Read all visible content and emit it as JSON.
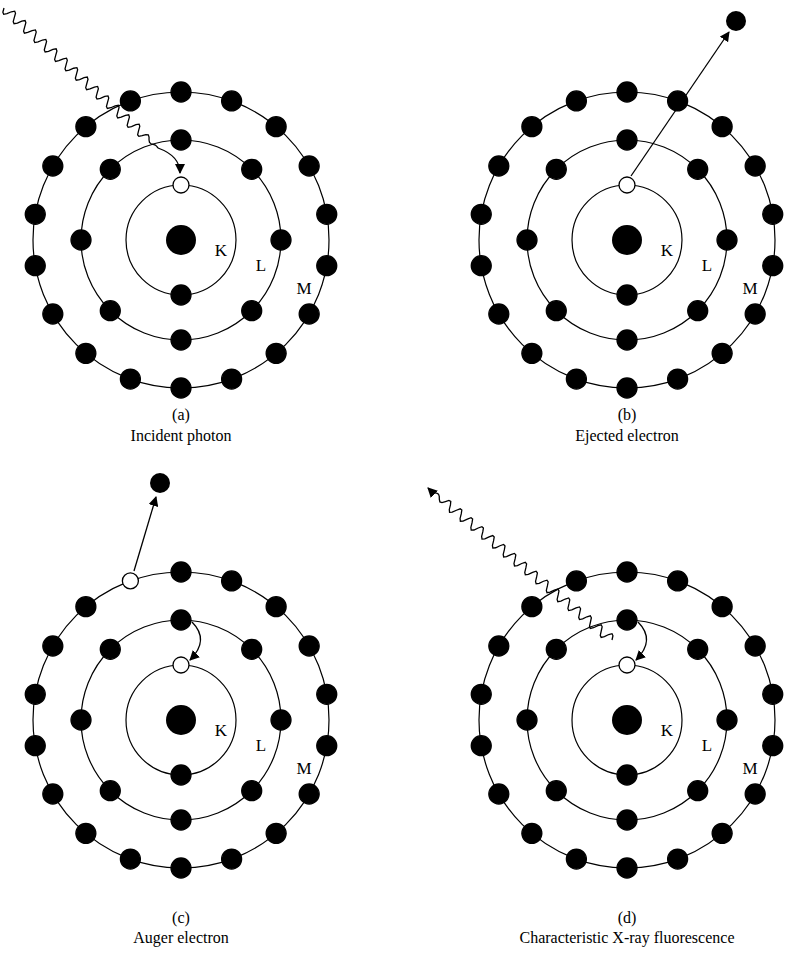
{
  "diagram": {
    "labels": [
      "K",
      "L",
      "M",
      "(a)",
      "Incident photon",
      "K",
      "L",
      "M",
      "(b)",
      "Ejected electron",
      "K",
      "L",
      "M",
      "(c)",
      "Auger electron",
      "K",
      "L",
      "M",
      "(d)",
      "Characteristic X-ray fluorescence"
    ]
  }
}
